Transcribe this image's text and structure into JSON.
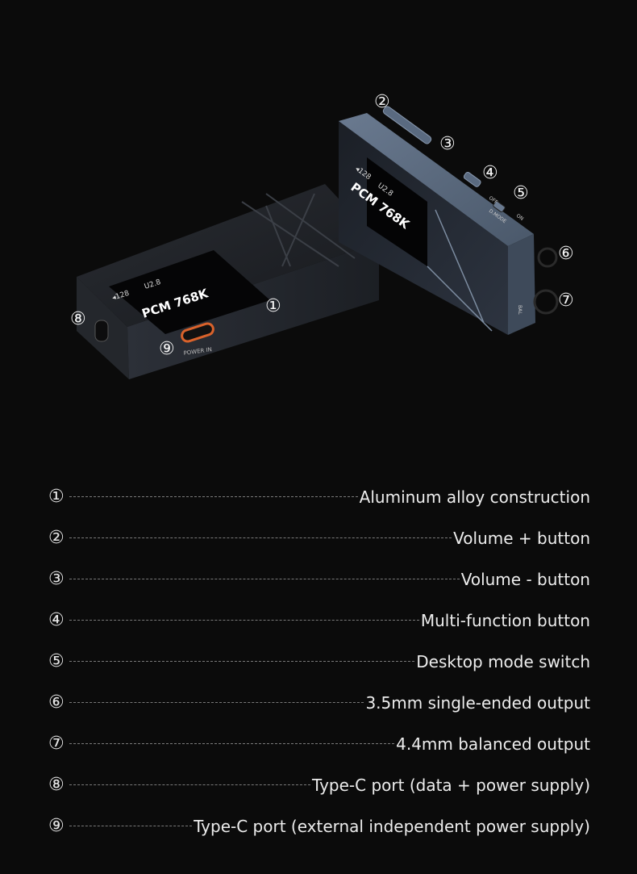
{
  "device_screen": {
    "volume": "◂128",
    "version": "U2.8",
    "format": "PCM 768K"
  },
  "device_markings": {
    "power_in": "POWER IN",
    "off": "OFF",
    "dmode": "D.MODE",
    "on": "ON",
    "bal": "BAL"
  },
  "callouts": [
    "①",
    "②",
    "③",
    "④",
    "⑤",
    "⑥",
    "⑦",
    "⑧",
    "⑨"
  ],
  "legend": [
    {
      "num": "①",
      "label": "Aluminum alloy construction"
    },
    {
      "num": "②",
      "label": "Volume + button"
    },
    {
      "num": "③",
      "label": "Volume - button"
    },
    {
      "num": "④",
      "label": "Multi-function button"
    },
    {
      "num": "⑤",
      "label": "Desktop mode switch"
    },
    {
      "num": "⑥",
      "label": "3.5mm single-ended output"
    },
    {
      "num": "⑦",
      "label": "4.4mm balanced output"
    },
    {
      "num": "⑧",
      "label": "Type-C port (data + power supply)"
    },
    {
      "num": "⑨",
      "label": "Type-C port (external independent power supply)"
    }
  ],
  "colors": {
    "background": "#0b0b0b",
    "device_body": "#3a4452",
    "port_accent": "#d9622b"
  }
}
